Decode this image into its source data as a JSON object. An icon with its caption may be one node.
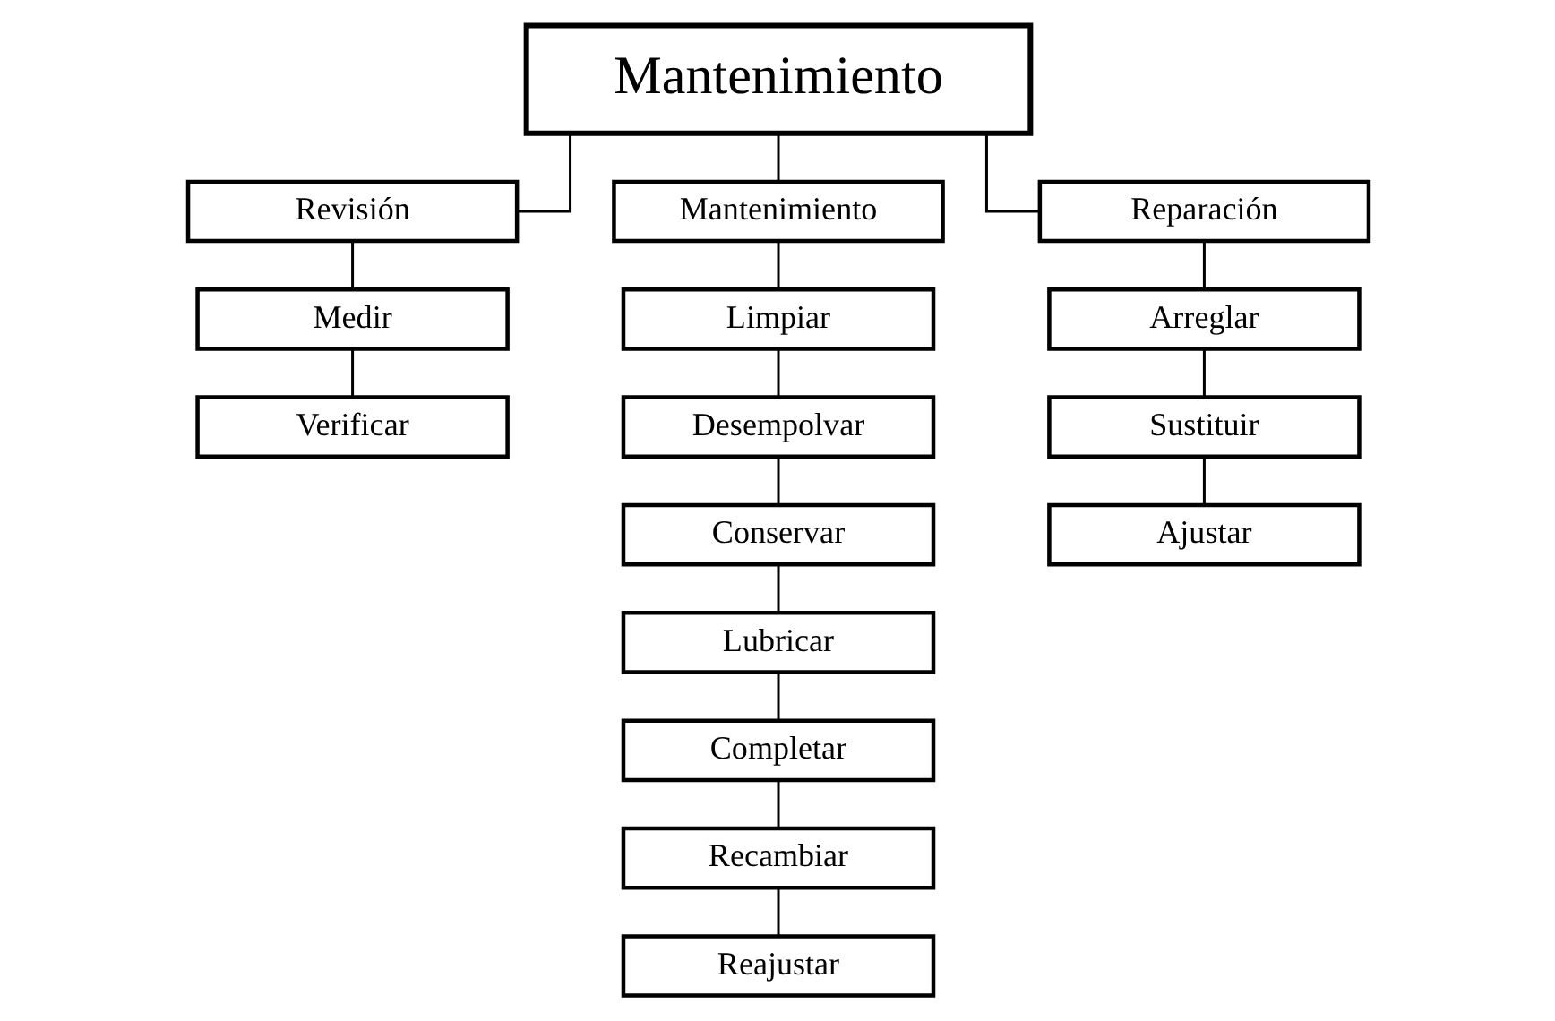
{
  "diagram": {
    "nodes": [
      {
        "text": [
          "Mantenimiento"
        ]
      },
      {
        "text": [
          "Revisión"
        ]
      },
      {
        "text": [
          "Mantenimiento"
        ]
      },
      {
        "text": [
          "Reparación"
        ]
      },
      {
        "text": [
          "Medir"
        ]
      },
      {
        "text": [
          "Verificar"
        ]
      },
      {
        "text": [
          "Limpiar"
        ]
      },
      {
        "text": [
          "Desempolvar"
        ]
      },
      {
        "text": [
          "Conservar"
        ]
      },
      {
        "text": [
          "Lubricar"
        ]
      },
      {
        "text": [
          "Completar"
        ]
      },
      {
        "text": [
          "Recambiar"
        ]
      },
      {
        "text": [
          "Reajustar"
        ]
      },
      {
        "text": [
          "Arreglar"
        ]
      },
      {
        "text": [
          "Sustituir"
        ]
      },
      {
        "text": [
          "Ajustar"
        ]
      }
    ],
    "edges": [
      {
        "from": 0,
        "to": 1,
        "arrow": "none"
      },
      {
        "from": 0,
        "to": 2,
        "arrow": "none"
      },
      {
        "from": 0,
        "to": 3,
        "arrow": "none"
      },
      {
        "from": 1,
        "to": 4,
        "arrow": "none"
      },
      {
        "from": 4,
        "to": 5,
        "arrow": "none"
      },
      {
        "from": 2,
        "to": 6,
        "arrow": "none"
      },
      {
        "from": 6,
        "to": 7,
        "arrow": "none"
      },
      {
        "from": 7,
        "to": 8,
        "arrow": "none"
      },
      {
        "from": 8,
        "to": 9,
        "arrow": "none"
      },
      {
        "from": 9,
        "to": 10,
        "arrow": "none"
      },
      {
        "from": 10,
        "to": 11,
        "arrow": "none"
      },
      {
        "from": 11,
        "to": 12,
        "arrow": "none"
      },
      {
        "from": 3,
        "to": 13,
        "arrow": "none"
      },
      {
        "from": 13,
        "to": 14,
        "arrow": "none"
      },
      {
        "from": 14,
        "to": 15,
        "arrow": "none"
      }
    ]
  }
}
